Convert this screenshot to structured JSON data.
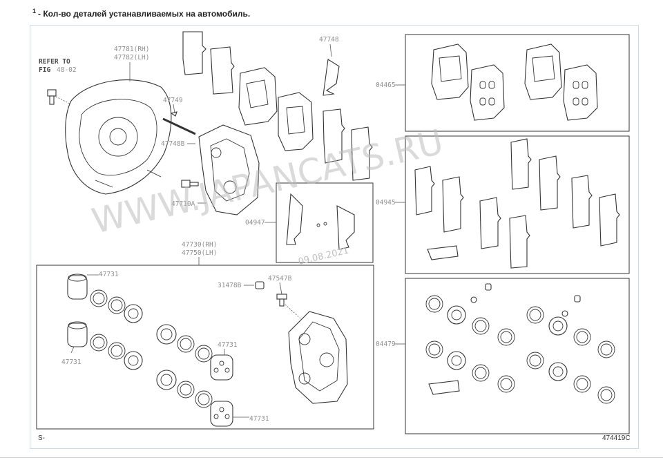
{
  "note": {
    "marker": "1",
    "text": "- Кол-во деталей устанавливаемых на автомобиль."
  },
  "refer": {
    "line1": "REFER TO",
    "line2": "FIG",
    "fig": "48-02"
  },
  "labels": {
    "l47781": "47781(RH)",
    "l47782": "47782(LH)",
    "l47748": "47748",
    "l47749": "47749",
    "l47748B": "47748B",
    "l47710A": "47710A",
    "l04947": "04947",
    "l04465": "04465",
    "l04945": "04945",
    "l04479": "04479",
    "l47730": "47730(RH)",
    "l47750": "47750(LH)",
    "l47731a": "47731",
    "l47731b": "47731",
    "l47731c": "47731",
    "l47731d": "47731",
    "l31478B": "31478B",
    "l47547B": "47547B"
  },
  "watermark": {
    "site": "WWW.JAPANCATS.RU",
    "date": "09.08.2021"
  },
  "corner": {
    "left": "S-",
    "right": "474419C"
  }
}
